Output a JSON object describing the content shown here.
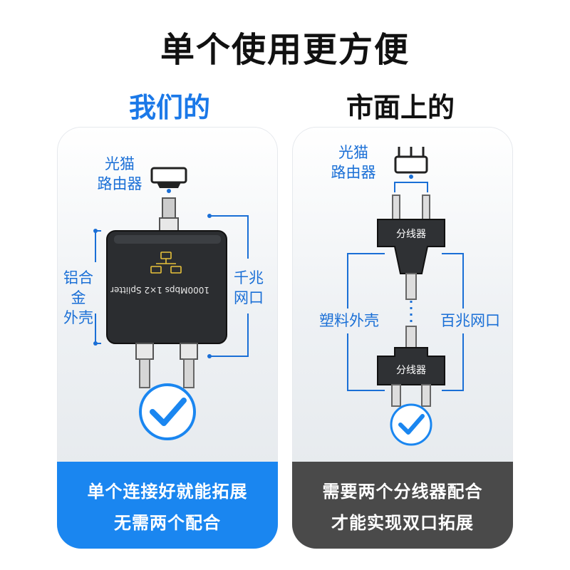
{
  "header": {
    "title": "单个使用更方便"
  },
  "left": {
    "heading": "我们的",
    "source_label_line1": "光猫",
    "source_label_line2": "路由器",
    "shell_label_line1": "铝合金",
    "shell_label_line2": "外壳",
    "port_label_line1": "千兆",
    "port_label_line2": "网口",
    "device_text": "1000Mbps 1×2 Splitter",
    "footer_line1": "单个连接好就能拓展",
    "footer_line2": "无需两个配合",
    "accent_color": "#1a86f0"
  },
  "right": {
    "heading": "市面上的",
    "source_label_line1": "光猫",
    "source_label_line2": "路由器",
    "splitter_label": "分线器",
    "shell_label": "塑料外壳",
    "port_label": "百兆网口",
    "footer_line1": "需要两个分线器配合",
    "footer_line2": "才能实现双口拓展",
    "footer_color": "#4a4a4a"
  },
  "icons": [
    "check-icon",
    "rj45-plug-icon",
    "network-topology-icon"
  ]
}
